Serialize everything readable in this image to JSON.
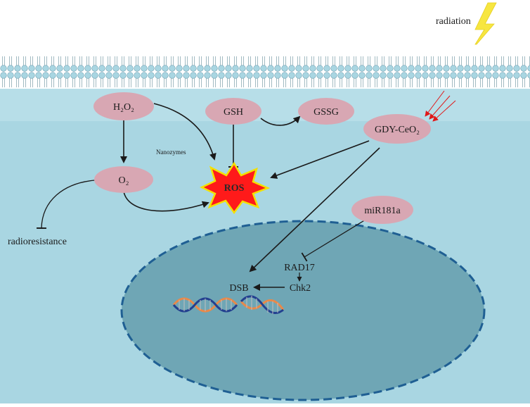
{
  "labels": {
    "radiation": "radiation",
    "nanozymes": "Nanozymes",
    "radioresistance": "radioresistance",
    "rad17": "RAD17",
    "chk2": "Chk2",
    "dsb": "DSB"
  },
  "nodes": {
    "h2o2": "H₂O₂",
    "o2": "O₂",
    "gsh": "GSH",
    "gssg": "GSSG",
    "gdy": "GDY-CeO₂",
    "mir": "miR181a",
    "ros": "ROS"
  },
  "colors": {
    "cytoplasm": "#a9d6e2",
    "nucleus": "#6fa6b5",
    "nucleus_border": "#1f5f93",
    "node_fill": "#d8a7b3",
    "ros_fill": "#ff1a1a",
    "ros_border": "#f4e000",
    "lightning": "#f7e640",
    "membrane_head": "#a9d6e2"
  },
  "icons": {
    "lightning": "lightning-icon",
    "dna": "dna-helix-icon",
    "ros_burst": "starburst-icon"
  }
}
